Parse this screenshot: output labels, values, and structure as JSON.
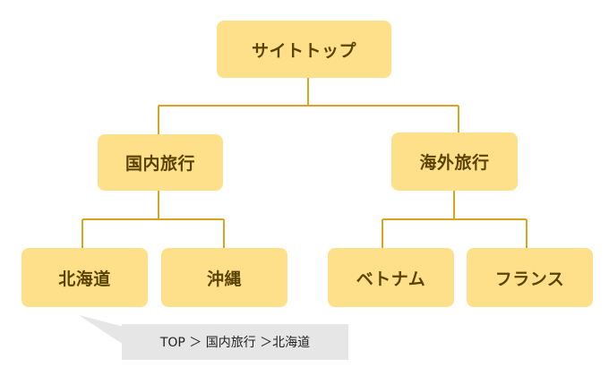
{
  "tree": {
    "root": "サイトトップ",
    "domestic": "国内旅行",
    "overseas": "海外旅行",
    "hokkaido": "北海道",
    "okinawa": "沖縄",
    "vietnam": "ベトナム",
    "france": "フランス"
  },
  "breadcrumb": "TOP ＞ 国内旅行 ＞北海道",
  "colors": {
    "node_fill": "#ffe08a",
    "node_text": "#5a4300",
    "connector": "#d9a520",
    "breadcrumb_bg": "#e6e6e6"
  }
}
